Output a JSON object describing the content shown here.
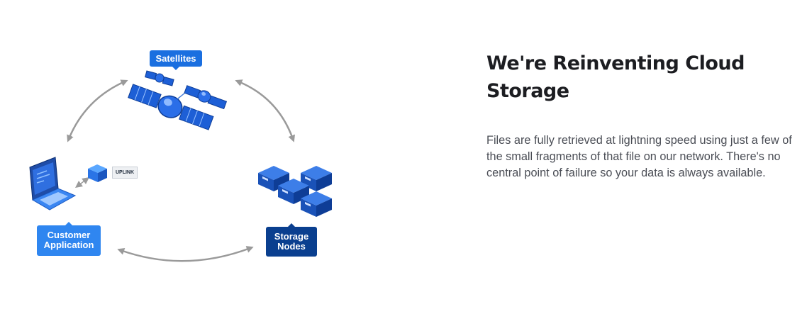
{
  "diagram": {
    "satellites_label": "Satellites",
    "uplink_label": "UPLINK",
    "customer_label": "Customer Application",
    "storage_label": "Storage Nodes"
  },
  "content": {
    "title": "We're Reinventing Cloud Storage",
    "description": "Files are fully retrieved at lightning speed using just a few of the small fragments of that file on our network. There's no central point of failure so your data is always available."
  },
  "colors": {
    "satellites_badge": "#1a6fe0",
    "customer_badge": "#2f86f0",
    "storage_badge": "#0a3f8f",
    "arrows": "#9a9a9a",
    "title_text": "#1c1d21",
    "body_text": "#4a4d55"
  },
  "icons": [
    "satellite-icon",
    "laptop-icon",
    "uplink-cube-icon",
    "storage-node-icon",
    "cycle-arrow-icon"
  ]
}
